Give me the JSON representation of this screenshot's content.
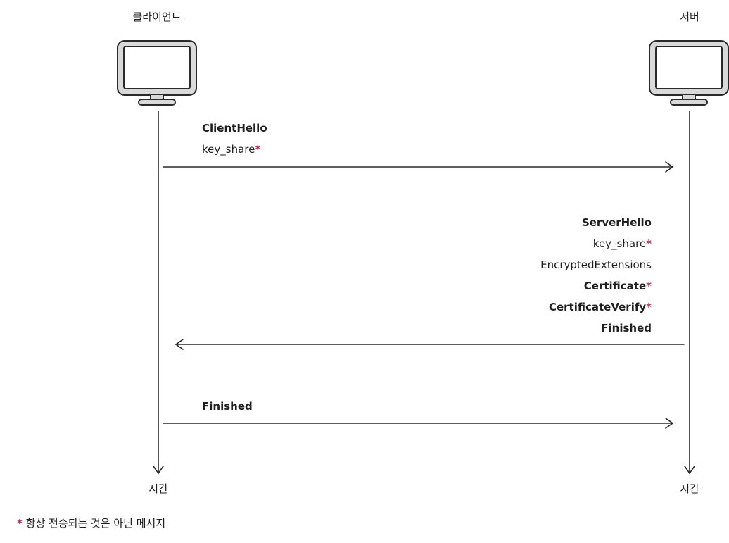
{
  "participants": {
    "client": {
      "label": "클라이언트"
    },
    "server": {
      "label": "서버"
    }
  },
  "time_label": "시간",
  "messages": {
    "client_hello": [
      {
        "text": "ClientHello",
        "star": ""
      },
      {
        "text": "key_share",
        "star": "*"
      }
    ],
    "server_response": [
      {
        "text": "ServerHello",
        "star": ""
      },
      {
        "text": "key_share",
        "star": "*"
      },
      {
        "text": "EncryptedExtensions",
        "star": ""
      },
      {
        "text": "Certificate",
        "star": "*"
      },
      {
        "text": "CertificateVerify",
        "star": "*"
      },
      {
        "text": "Finished",
        "star": ""
      }
    ],
    "client_finished": [
      {
        "text": "Finished",
        "star": ""
      }
    ]
  },
  "footnote": {
    "mark": "*",
    "text": "항상 전송되는 것은 아닌 메시지"
  },
  "colors": {
    "line": "#2a2a2a",
    "star": "#a8324a"
  }
}
